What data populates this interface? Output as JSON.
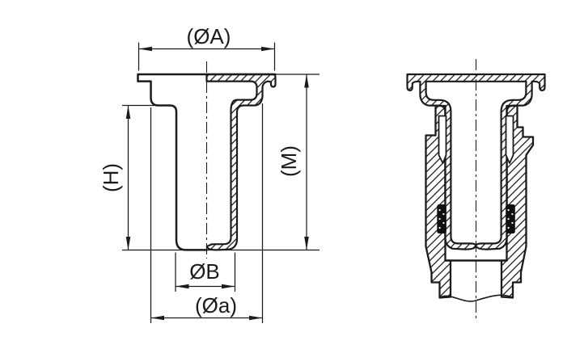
{
  "drawing": {
    "background_color": "#ffffff",
    "line_color": "#1b1b1b",
    "seal_color": "#111111"
  },
  "labels": {
    "flange_diameter": "(ØA)",
    "height": "(H)",
    "mounted_height": "(M)",
    "inner_diameter": "ØB",
    "body_diameter": "(Øa)"
  }
}
